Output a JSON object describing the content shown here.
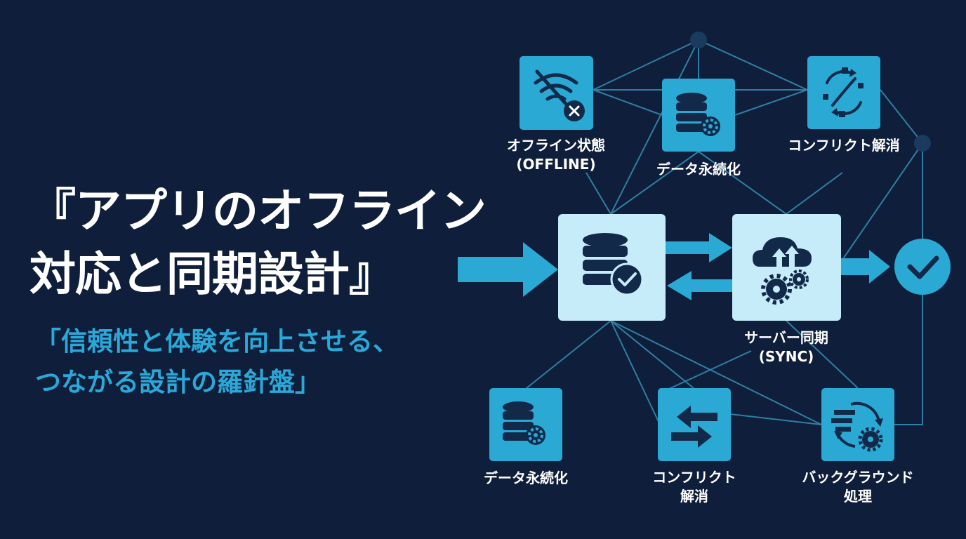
{
  "title": {
    "line1": "『アプリのオフライン",
    "line2": "対応と同期設計』"
  },
  "subtitle": {
    "line1": "「信頼性と体験を向上させる、",
    "line2": "つながる設計の羅針盤」"
  },
  "nodes": {
    "offline": {
      "label1": "オフライン状態",
      "label2": "(OFFLINE)",
      "icon": "wifi-off-icon"
    },
    "persist_top": {
      "label": "データ永続化",
      "icon": "database-gear-icon"
    },
    "conflict_top": {
      "label": "コンフリクト解消",
      "icon": "sync-icon"
    },
    "local_db": {
      "icon": "database-check-icon"
    },
    "server_sync": {
      "label1": "サーバー同期",
      "label2": "(SYNC)",
      "icon": "cloud-sync-icon"
    },
    "done": {
      "icon": "check-icon"
    },
    "persist_bottom": {
      "label": "データ永続化",
      "icon": "database-gear-icon"
    },
    "conflict_bottom": {
      "label1": "コンフリクト",
      "label2": "解消",
      "icon": "swap-arrows-icon"
    },
    "background": {
      "label1": "バックグラウンド",
      "label2": "処理",
      "icon": "background-process-icon"
    }
  },
  "colors": {
    "background": "#0f1e3a",
    "tile": "#29a9d4",
    "tile_light": "#c6ecfa",
    "accent": "#2aa8d8",
    "line": "#2f7fa4",
    "icon_dark": "#13294a"
  }
}
